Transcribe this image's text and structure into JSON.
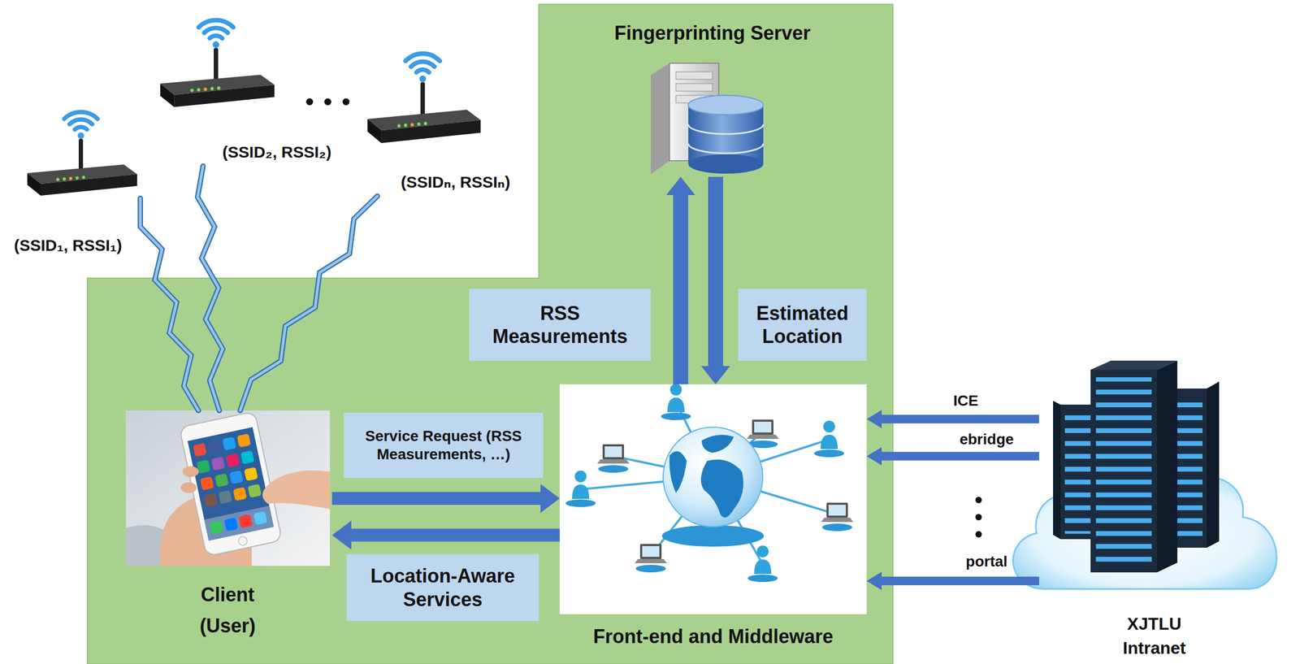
{
  "diagram": {
    "nodes": [
      {
        "text": [
          "(SSID₁, RSSI₁)"
        ]
      },
      {
        "text": [
          "(SSID₂, RSSI₂)"
        ]
      },
      {
        "text": [
          "(SSIDₙ, RSSIₙ)"
        ]
      },
      {
        "text": [
          "Fingerprinting Server"
        ]
      },
      {
        "text": [
          "Client (User)"
        ]
      },
      {
        "text": [
          "Front-end and Middleware"
        ]
      },
      {
        "text": [
          "XJTLU Intranet"
        ]
      }
    ],
    "edges": [
      {
        "from": 0,
        "to": 4,
        "arrow": "none"
      },
      {
        "from": 1,
        "to": 4,
        "arrow": "none"
      },
      {
        "from": 2,
        "to": 4,
        "arrow": "none"
      },
      {
        "from": 5,
        "to": 3,
        "label": "RSS Measurements",
        "arrow": "to"
      },
      {
        "from": 3,
        "to": 5,
        "label": "Estimated Location",
        "arrow": "to"
      },
      {
        "from": 4,
        "to": 5,
        "label": "Service Request (RSS Measurements, …)",
        "arrow": "to"
      },
      {
        "from": 5,
        "to": 4,
        "label": "Location-Aware Services",
        "arrow": "to"
      },
      {
        "from": 6,
        "to": 5,
        "label": "ICE",
        "arrow": "to"
      },
      {
        "from": 6,
        "to": 5,
        "label": "ebridge",
        "arrow": "to"
      },
      {
        "from": 6,
        "to": 5,
        "label": "portal",
        "arrow": "to"
      }
    ]
  }
}
